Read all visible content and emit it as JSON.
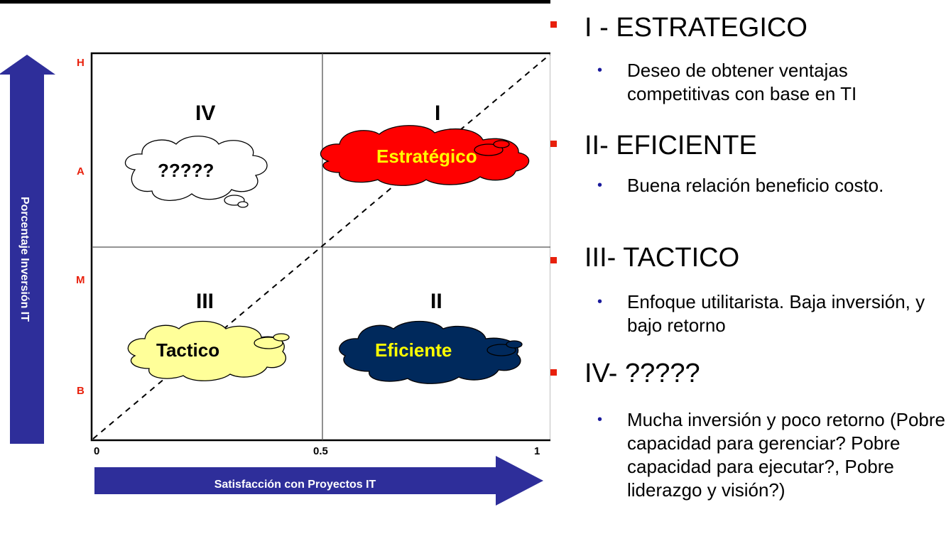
{
  "diagram": {
    "y_axis_label": "Porcentaje Inversión IT",
    "x_axis_label": "Satisfacción con Proyectos IT",
    "y_levels": [
      "H",
      "A",
      "M",
      "B"
    ],
    "x_ticks": [
      "0",
      "0.5",
      "1"
    ],
    "quadrants": [
      {
        "numeral": "IV",
        "cloud": "?????",
        "cloud_color": "#ffffff",
        "text_color": "#000000"
      },
      {
        "numeral": "I",
        "cloud": "Estratégico",
        "cloud_color": "#ff0000",
        "text_color": "#ffff00"
      },
      {
        "numeral": "III",
        "cloud": "Tactico",
        "cloud_color": "#ffff99",
        "text_color": "#000000"
      },
      {
        "numeral": "II",
        "cloud": "Eficiente",
        "cloud_color": "#00295c",
        "text_color": "#ffff00"
      }
    ],
    "arrow_color": "#2e2e9a"
  },
  "legend": [
    {
      "heading": "I - ESTRATEGICO",
      "body": "Deseo de obtener ventajas competitivas con base en TI"
    },
    {
      "heading": "II- EFICIENTE",
      "body": "Buena relación beneficio costo."
    },
    {
      "heading": "III- TACTICO",
      "body": "Enfoque utilitarista. Baja inversión, y bajo retorno"
    },
    {
      "heading": "IV- ?????",
      "body": "Mucha inversión y poco retorno (Pobre capacidad para gerenciar? Pobre capacidad para ejecutar?, Pobre liderazgo y visión?)"
    }
  ]
}
